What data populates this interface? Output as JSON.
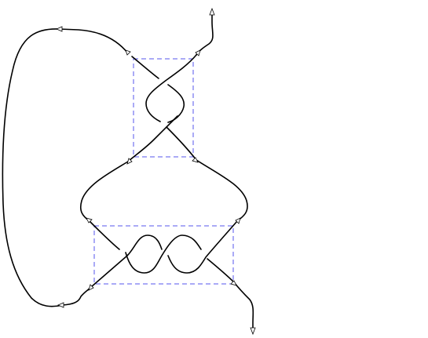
{
  "figure": {
    "background": "#ffffff",
    "strand_color": "#000000",
    "box_color": "#5555ee",
    "arrow_fill": "#ffffff",
    "elements": {
      "upper_tangle_box": "upper-tangle-box",
      "lower_tangle_box": "lower-tangle-box",
      "strands": "knot-strands",
      "orientation_arrows": "orientation-arrow"
    }
  }
}
